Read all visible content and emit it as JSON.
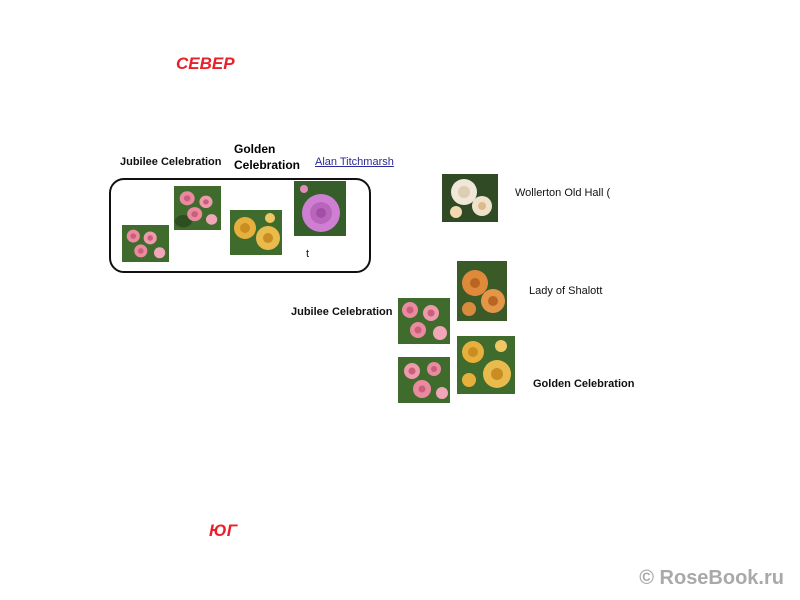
{
  "compass": {
    "north": "СЕВЕР",
    "south": "ЮГ"
  },
  "group": {
    "label_jubilee": "Jubilee Celebration",
    "label_golden": "Golden\nCelebration",
    "label_alan": "Alan Titchmarsh",
    "caption_t": "t"
  },
  "right_side": {
    "label_wollerton": "Wollerton Old Hall (",
    "label_lady": "Lady of Shalott",
    "label_jubilee": "Jubilee Celebration",
    "label_golden": "Golden Celebration"
  },
  "watermark": "© RoseBook.ru",
  "colors": {
    "compass": "#e8202a",
    "pink_rose": "#e98aa0",
    "yellow_rose": "#e7b03c",
    "mauve_rose": "#cf7fd1",
    "cream_rose": "#f1e7d6",
    "apricot_rose": "#df8a3a",
    "leaf": "#3f6b2c"
  }
}
